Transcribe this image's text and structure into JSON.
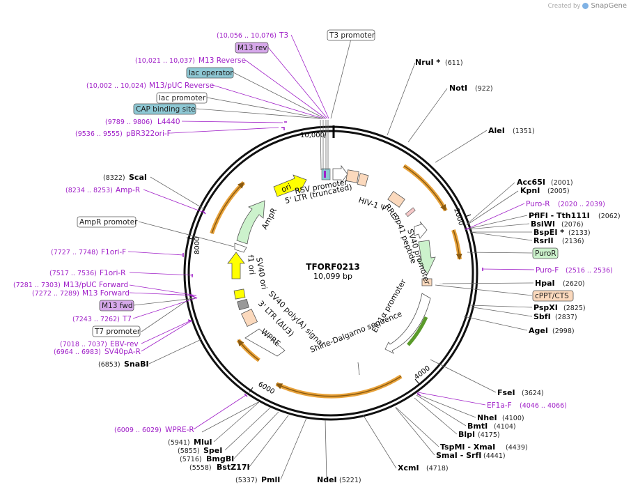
{
  "brand": {
    "created_by": "Created by",
    "name": "SnapGene"
  },
  "plasmid": {
    "name": "TFORF0213",
    "length_label": "10,099 bp"
  },
  "ticks": [
    "10,000",
    "2000",
    "4000",
    "6000",
    "8000"
  ],
  "colors": {
    "primer": "#a020c8",
    "line": "#666666",
    "cyan_box": "#8ec8d4",
    "purple_box": "#d6a8ea",
    "green_box": "#ccf2cc",
    "orange_box": "#fbd9bd",
    "arc_orange": "#e8a23a",
    "arc_dark": "#8a5a10"
  },
  "sites": [
    {
      "name": "NruI *",
      "pos": "(611)"
    },
    {
      "name": "NotI",
      "pos": "(922)"
    },
    {
      "name": "AleI",
      "pos": "(1351)"
    },
    {
      "name": "Acc65I",
      "pos": "(2001)"
    },
    {
      "name": "KpnI",
      "pos": "(2005)"
    },
    {
      "name": "PflFI - Tth111I",
      "pos": "(2062)"
    },
    {
      "name": "BsiWI",
      "pos": "(2076)"
    },
    {
      "name": "BspEI *",
      "pos": "(2133)"
    },
    {
      "name": "RsrII",
      "pos": "(2136)"
    },
    {
      "name": "HpaI",
      "pos": "(2620)"
    },
    {
      "name": "PspXI",
      "pos": "(2825)"
    },
    {
      "name": "SbfI",
      "pos": "(2837)"
    },
    {
      "name": "AgeI",
      "pos": "(2998)"
    },
    {
      "name": "FseI",
      "pos": "(3624)"
    },
    {
      "name": "NheI",
      "pos": "(4100)"
    },
    {
      "name": "BmtI",
      "pos": "(4104)"
    },
    {
      "name": "BlpI",
      "pos": "(4175)"
    },
    {
      "name": "TspMI - XmaI",
      "pos": "(4439)"
    },
    {
      "name": "SmaI - SrfI",
      "pos": "(4441)"
    },
    {
      "name": "XcmI",
      "pos": "(4718)"
    },
    {
      "name": "NdeI",
      "pos": "(5221)"
    },
    {
      "name": "PmlI",
      "pos": "(5337)"
    },
    {
      "name": "BstZ17I",
      "pos": "(5558)"
    },
    {
      "name": "BmgBI",
      "pos": "(5716)"
    },
    {
      "name": "SpeI",
      "pos": "(5855)"
    },
    {
      "name": "MluI",
      "pos": "(5941)"
    },
    {
      "name": "SnaBI",
      "pos": "(6853)"
    },
    {
      "name": "ScaI",
      "pos": "(8322)"
    }
  ],
  "primers": [
    {
      "name": "T3",
      "pos": "(10,056 .. 10,076)"
    },
    {
      "name": "M13 Reverse",
      "pos": "(10,021 .. 10,037)"
    },
    {
      "name": "M13/pUC Reverse",
      "pos": "(10,002 .. 10,024)"
    },
    {
      "name": "L4440",
      "pos": "(9789 .. 9806)"
    },
    {
      "name": "pBR322ori-F",
      "pos": "(9536 .. 9555)"
    },
    {
      "name": "Amp-R",
      "pos": "(8234 .. 8253)"
    },
    {
      "name": "F1ori-F",
      "pos": "(7727 .. 7748)"
    },
    {
      "name": "F1ori-R",
      "pos": "(7517 .. 7536)"
    },
    {
      "name": "M13/pUC Forward",
      "pos": "(7281 .. 7303)"
    },
    {
      "name": "M13 Forward",
      "pos": "(7272 .. 7289)"
    },
    {
      "name": "T7",
      "pos": "(7243 .. 7262)"
    },
    {
      "name": "EBV-rev",
      "pos": "(7018 .. 7037)"
    },
    {
      "name": "SV40pA-R",
      "pos": "(6964 .. 6983)"
    },
    {
      "name": "WPRE-R",
      "pos": "(6009 .. 6029)"
    },
    {
      "name": "Puro-R",
      "pos": "(2020 .. 2039)"
    },
    {
      "name": "Puro-F",
      "pos": "(2516 .. 2536)"
    },
    {
      "name": "EF1a-F",
      "pos": "(4046 .. 4066)"
    }
  ],
  "boxes": [
    {
      "name": "T3 promoter"
    },
    {
      "name": "M13 rev"
    },
    {
      "name": "lac operator"
    },
    {
      "name": "lac promoter"
    },
    {
      "name": "CAP binding site"
    },
    {
      "name": "AmpR promoter"
    },
    {
      "name": "M13 fwd"
    },
    {
      "name": "T7 promoter"
    },
    {
      "name": "PuroR"
    },
    {
      "name": "cPPT/CTS"
    }
  ],
  "features": [
    {
      "name": "RSV promoter"
    },
    {
      "name": "5' LTR (truncated)"
    },
    {
      "name": "HIV-1 Ψ"
    },
    {
      "name": "RRE"
    },
    {
      "name": "gp41 peptide"
    },
    {
      "name": "SV40 promoter"
    },
    {
      "name": "EF-1α promoter"
    },
    {
      "name": "Shine-Dalgarno sequence"
    },
    {
      "name": "WPRE"
    },
    {
      "name": "3' LTR (ΔU3)"
    },
    {
      "name": "SV40 poly(A) signal"
    },
    {
      "name": "SV40 ori"
    },
    {
      "name": "f1 ori"
    },
    {
      "name": "AmpR"
    },
    {
      "name": "ori"
    }
  ]
}
